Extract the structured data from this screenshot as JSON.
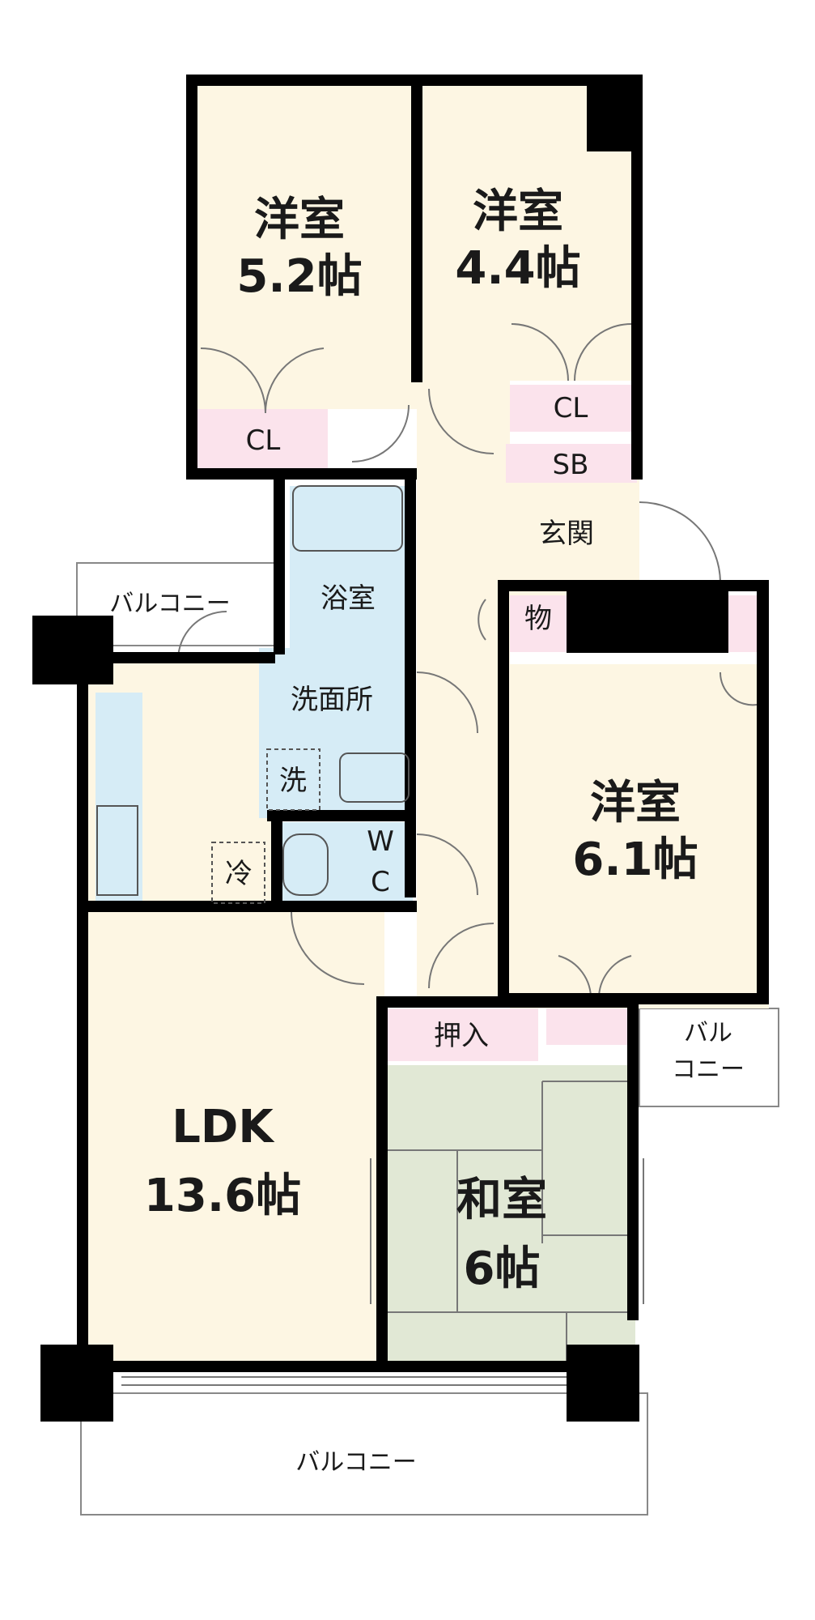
{
  "rooms": {
    "western_room_1": {
      "name": "洋室",
      "size": "5.2帖"
    },
    "western_room_2": {
      "name": "洋室",
      "size": "4.4帖"
    },
    "western_room_3": {
      "name": "洋室",
      "size": "6.1帖"
    },
    "ldk": {
      "name": "LDK",
      "size": "13.6帖"
    },
    "japanese_room": {
      "name": "和室",
      "size": "6帖"
    },
    "bathroom": {
      "name": "浴室"
    },
    "washroom": {
      "name": "洗面所"
    },
    "entrance": {
      "name": "玄関"
    },
    "wc": {
      "line1": "W",
      "line2": "C"
    }
  },
  "storage": {
    "closet_1": "CL",
    "closet_2": "CL",
    "shoe_box": "SB",
    "storage_room": "物",
    "oshiire": "押入"
  },
  "appliances": {
    "washer": "洗",
    "fridge": "冷"
  },
  "balconies": {
    "north_west": "バルコニー",
    "east_line1": "バル",
    "east_line2": "コニー",
    "south": "バルコニー"
  },
  "colors": {
    "western_floor": "#fdf6e3",
    "closet": "#fbe3ec",
    "wet_area": "#d6ecf6",
    "tatami": "#e1e8d5",
    "wall": "#000000"
  }
}
